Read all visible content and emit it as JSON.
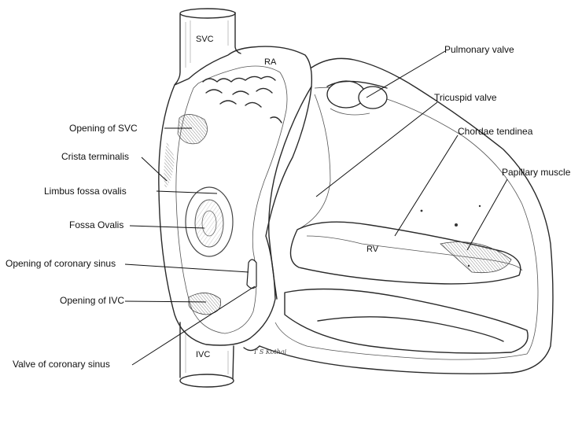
{
  "diagram": {
    "labels": {
      "svc": "SVC",
      "ra": "RA",
      "ivc": "IVC",
      "rv": "RV",
      "pulmonary_valve": "Pulmonary valve",
      "tricuspid_valve": "Tricuspid valve",
      "chordae_tendinea": "Chordae tendinea",
      "papillary_muscle": "Papillary muscle",
      "opening_svc": "Opening of SVC",
      "crista_terminalis": "Crista terminalis",
      "limbus_fossa_ovalis": "Limbus fossa ovalis",
      "fossa_ovalis": "Fossa Ovalis",
      "opening_coronary_sinus": "Opening of coronary sinus",
      "opening_ivc": "Opening of IVC",
      "valve_coronary_sinus": "Valve of coronary sinus"
    },
    "signature": "T S Kothai"
  }
}
